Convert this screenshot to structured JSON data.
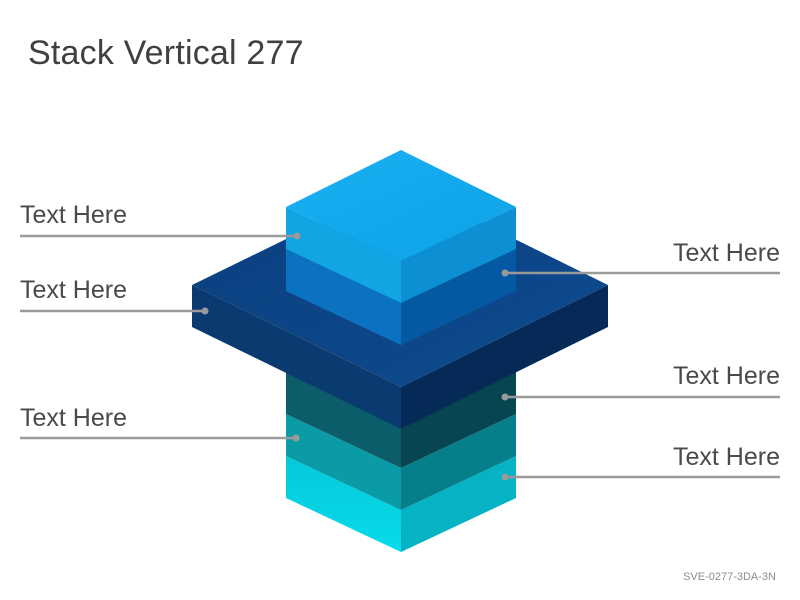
{
  "title": "Stack Vertical 277",
  "footer_code": "SVE-0277-3DA-3N",
  "labels": {
    "left_1": "Text Here",
    "left_2": "Text Here",
    "left_3": "Text Here",
    "right_1": "Text Here",
    "right_2": "Text Here",
    "right_3": "Text Here"
  },
  "colors": {
    "top_block": "#12a8ec",
    "upper_block": "#0a6fbd",
    "wide_slab": "#0d3e7a",
    "teal_dark": "#0a5a66",
    "teal_mid": "#0a9aa6",
    "cyan_base": "#08d6e6",
    "leader_line": "#9a9a9a"
  }
}
